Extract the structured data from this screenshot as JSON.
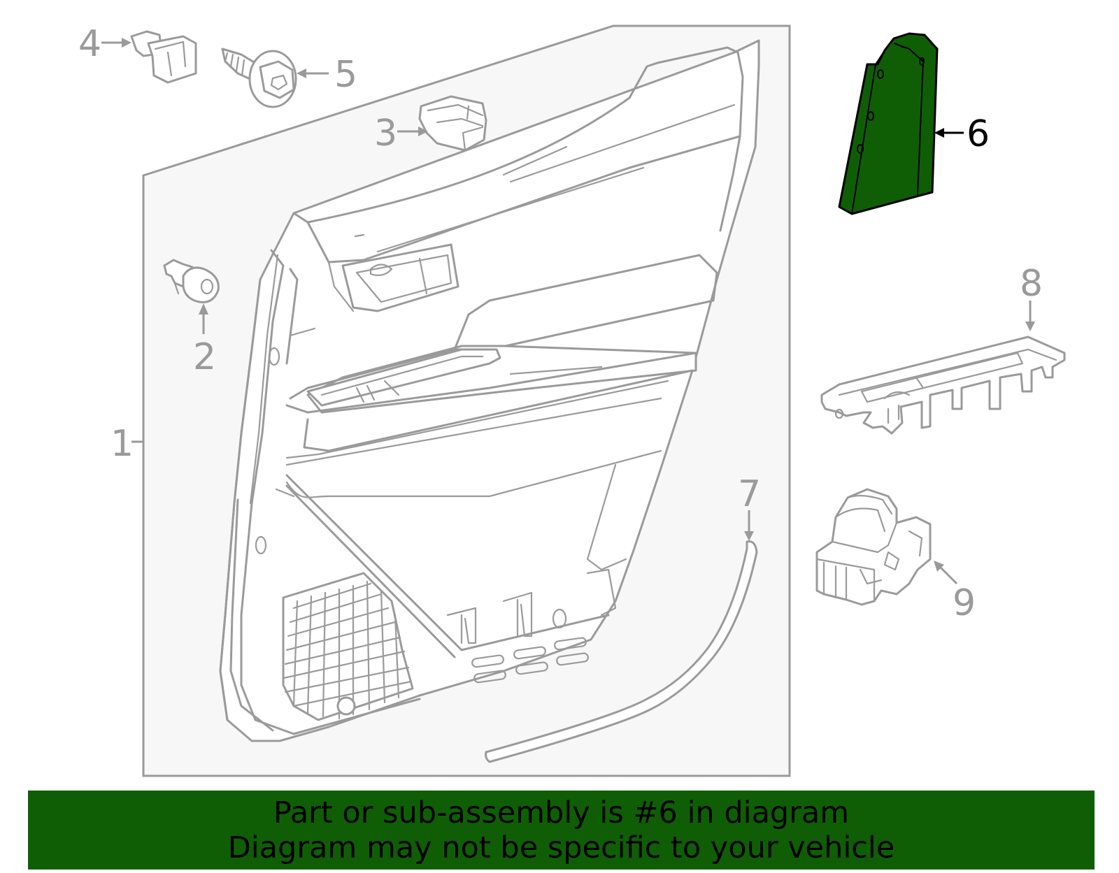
{
  "callouts": {
    "c1": "1",
    "c2": "2",
    "c3": "3",
    "c4": "4",
    "c5": "5",
    "c6": "6",
    "c7": "7",
    "c8": "8",
    "c9": "9"
  },
  "colors": {
    "highlight": "#0f5e06",
    "line": "#9a9a9a",
    "callout_default": "#9a9a9a",
    "callout_active": "#000000",
    "panel_bg": "#f7f7f7"
  },
  "highlighted_part": "6",
  "banner": {
    "line1": "Part or sub-assembly is #6 in diagram",
    "line2": "Diagram may not be specific to your vehicle"
  }
}
